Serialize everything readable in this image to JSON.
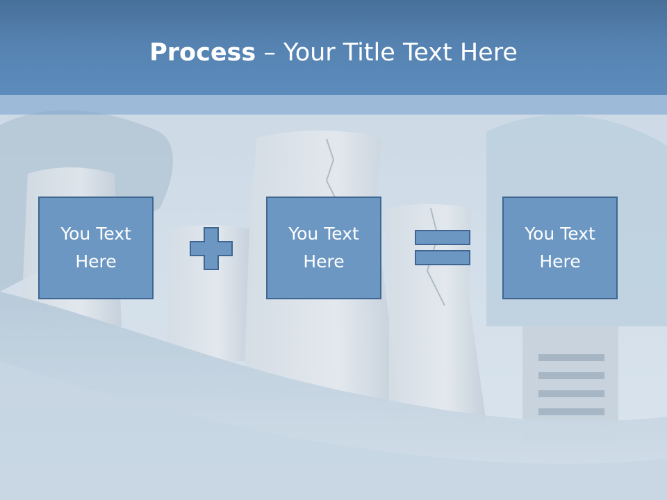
{
  "slide": {
    "title_bold": "Process",
    "title_rest": " – Your Title Text Here",
    "boxes": [
      {
        "text": "You Text Here"
      },
      {
        "text": "You Text Here"
      },
      {
        "text": "You Text Here"
      }
    ],
    "operators": [
      "plus-icon",
      "equals-icon"
    ]
  },
  "colors": {
    "title_band": "#5582b0",
    "box_fill": "#6c97c2",
    "box_border": "#3e6690",
    "text": "#ffffff"
  }
}
